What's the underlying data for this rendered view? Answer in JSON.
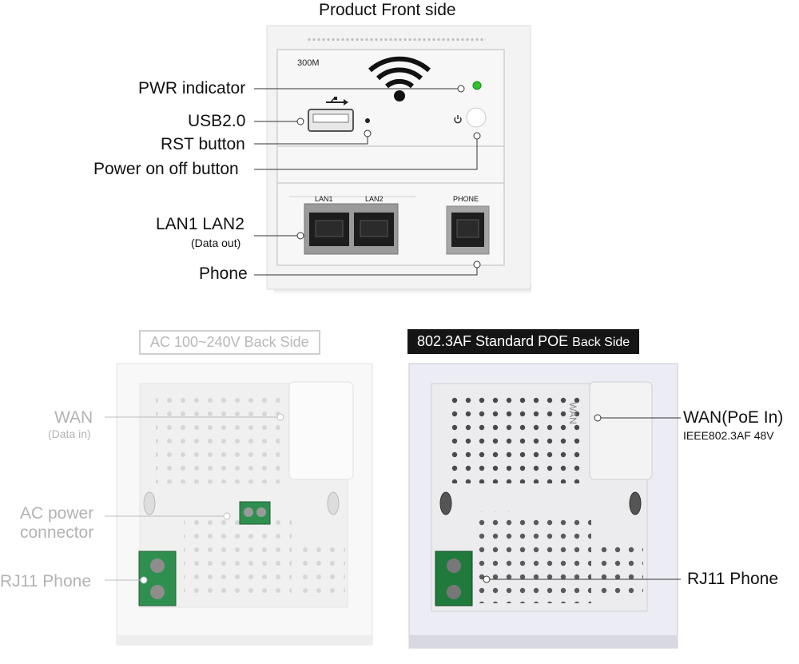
{
  "front": {
    "title": "Product Front side",
    "model_badge": "300M",
    "port_labels": {
      "lan1": "LAN1",
      "lan2": "LAN2",
      "phone": "PHONE"
    },
    "callouts": {
      "pwr": "PWR indicator",
      "usb": "USB2.0",
      "rst": "RST button",
      "power": "Power on off button",
      "lan": "LAN1 LAN2",
      "lan_sub": "(Data out)",
      "phone": "Phone"
    },
    "icons": [
      "wifi-icon",
      "usb-icon",
      "power-icon"
    ],
    "colors": {
      "led": "#2fbf2f",
      "panel": "#f1f1f1"
    }
  },
  "back_ac": {
    "badge": "AC 100~240V Back Side",
    "callouts": {
      "wan": "WAN",
      "wan_sub": "(Data in)",
      "ac_line1": "AC power",
      "ac_line2": "connector",
      "rj11": "RJ11 Phone"
    }
  },
  "back_poe": {
    "badge_main": "802.3AF Standard POE",
    "badge_sub": "Back Side",
    "embossed": "WAN",
    "callouts": {
      "wan": "WAN(PoE In)",
      "wan_sub": "IEEE802.3AF 48V",
      "rj11": "RJ11 Phone"
    }
  }
}
